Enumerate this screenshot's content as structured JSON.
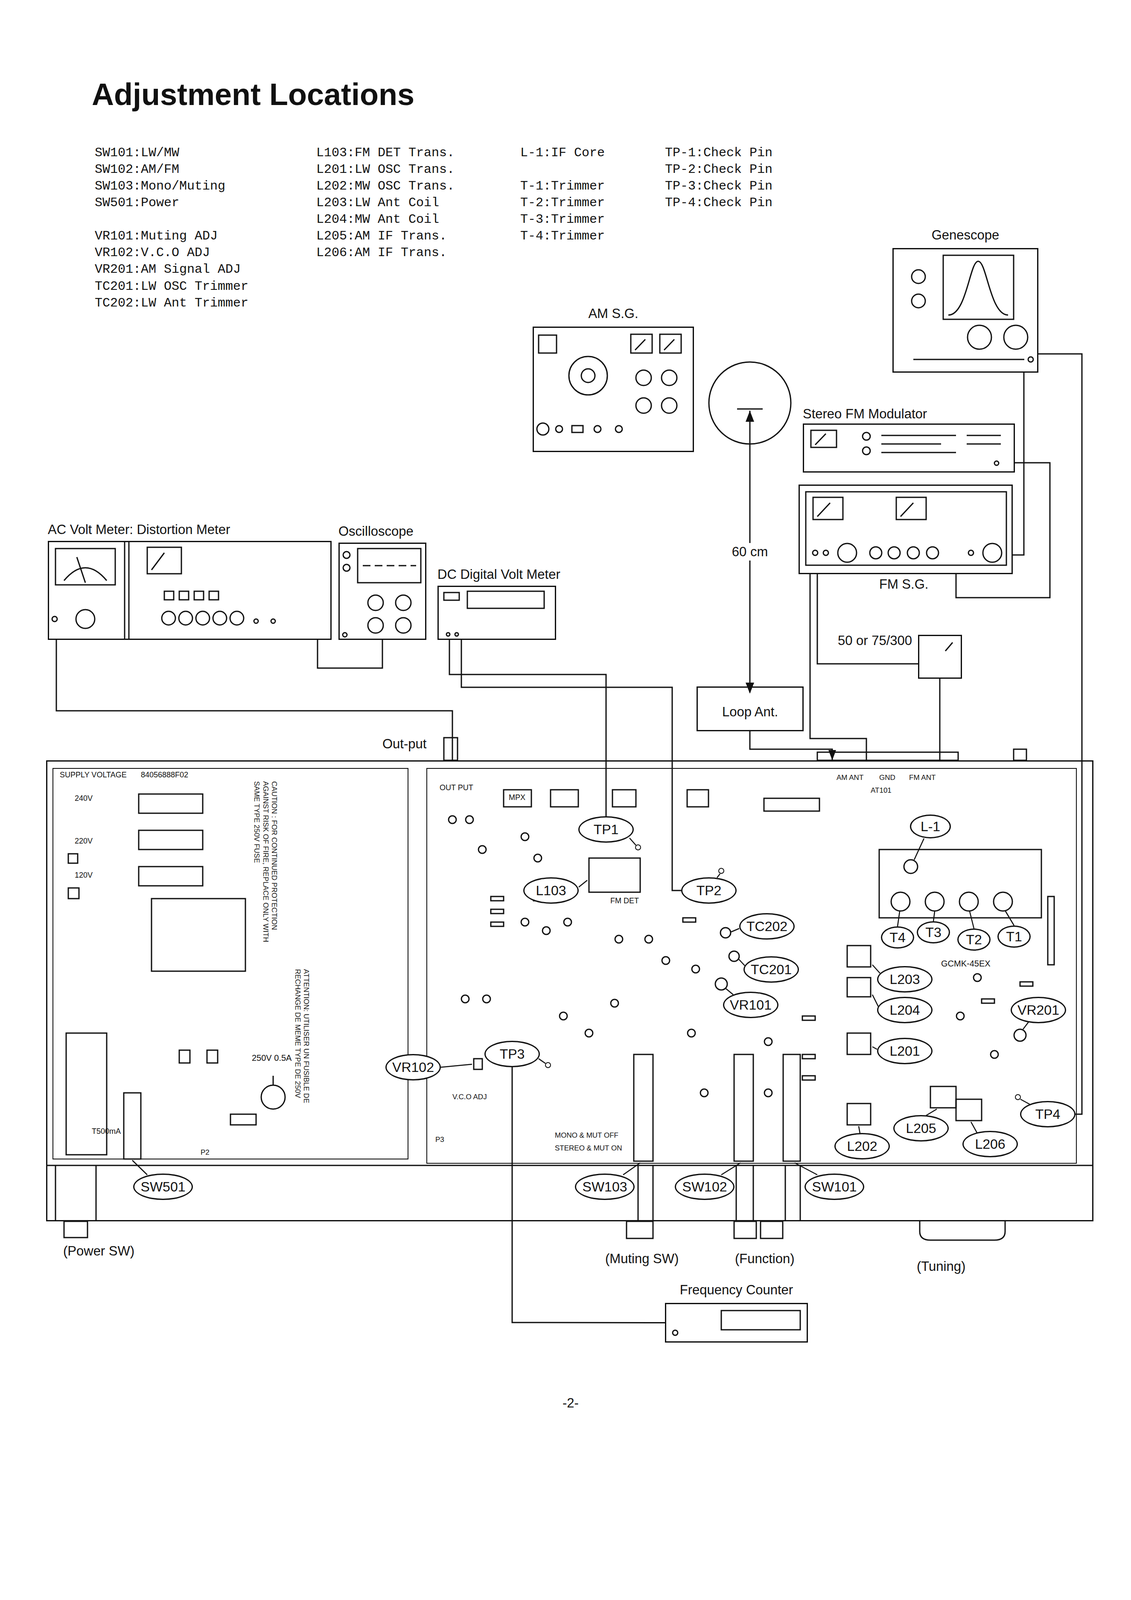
{
  "diagram": {
    "title": "Adjustment Locations",
    "nodes": [
      {
        "text": [
          "Genescope"
        ]
      },
      {
        "text": [
          "AM S.G."
        ]
      },
      {
        "text": [
          "Stereo FM Modulator"
        ]
      },
      {
        "text": [
          "FM S.G."
        ]
      },
      {
        "text": [
          "AC Volt Meter: Distortion Meter"
        ]
      },
      {
        "text": [
          "Oscilloscope"
        ]
      },
      {
        "text": [
          "DC Digital Volt Meter"
        ]
      },
      {
        "text": [
          "Loop Ant."
        ]
      },
      {
        "text": [
          "50 or 75/300"
        ]
      },
      {
        "text": [
          "Out-put"
        ]
      },
      {
        "text": [
          "TP1"
        ],
        "in": 9
      },
      {
        "text": [
          "L103"
        ],
        "in": 9
      },
      {
        "text": [
          "TP2"
        ],
        "in": 9
      },
      {
        "text": [
          "TC202"
        ],
        "in": 9
      },
      {
        "text": [
          "L-1"
        ],
        "in": 9
      },
      {
        "text": [
          "T4"
        ],
        "in": 9
      },
      {
        "text": [
          "T3"
        ],
        "in": 9
      },
      {
        "text": [
          "T2"
        ],
        "in": 9
      },
      {
        "text": [
          "T1"
        ],
        "in": 9
      },
      {
        "text": [
          "TC201"
        ],
        "in": 9
      },
      {
        "text": [
          "VR101"
        ],
        "in": 9
      },
      {
        "text": [
          "L203"
        ],
        "in": 9
      },
      {
        "text": [
          "L204"
        ],
        "in": 9
      },
      {
        "text": [
          "VR201"
        ],
        "in": 9
      },
      {
        "text": [
          "TP3"
        ],
        "in": 9
      },
      {
        "text": [
          "VR102"
        ],
        "in": 9
      },
      {
        "text": [
          "L201"
        ],
        "in": 9
      },
      {
        "text": [
          "TP4"
        ],
        "in": 9
      },
      {
        "text": [
          "L205"
        ],
        "in": 9
      },
      {
        "text": [
          "L202"
        ],
        "in": 9
      },
      {
        "text": [
          "L206"
        ],
        "in": 9
      },
      {
        "text": [
          "SW501"
        ],
        "in": 9
      },
      {
        "text": [
          "SW103"
        ],
        "in": 9
      },
      {
        "text": [
          "SW102"
        ],
        "in": 9
      },
      {
        "text": [
          "SW101"
        ],
        "in": 9
      },
      {
        "text": [
          "Frequency Counter"
        ]
      }
    ],
    "edges": [
      {
        "from": 0,
        "to": 27,
        "arrow": "none"
      },
      {
        "from": 0,
        "to": 3,
        "arrow": "none"
      },
      {
        "from": 2,
        "to": 3,
        "arrow": "none"
      },
      {
        "from": 3,
        "to": 8,
        "arrow": "none"
      },
      {
        "from": 8,
        "to": 9,
        "arrow": "none"
      },
      {
        "from": 3,
        "to": 9,
        "arrow": "none"
      },
      {
        "from": 7,
        "to": 9,
        "arrow": "to"
      },
      {
        "from": 4,
        "to": 5,
        "arrow": "none"
      },
      {
        "from": 4,
        "to": 9,
        "arrow": "none"
      },
      {
        "from": 6,
        "to": 10,
        "arrow": "none"
      },
      {
        "from": 6,
        "to": 12,
        "arrow": "none"
      },
      {
        "from": 35,
        "to": 24,
        "arrow": "none"
      }
    ],
    "labels": [
      "SW101:LW/MW",
      "SW102:AM/FM",
      "SW103:Mono/Muting",
      "SW501:Power",
      "VR101:Muting ADJ",
      "VR102:V.C.O ADJ",
      "VR201:AM Signal ADJ",
      "TC201:LW OSC Trimmer",
      "TC202:LW Ant Trimmer",
      "L103:FM DET Trans.",
      "L201:LW OSC Trans.",
      "L202:MW OSC Trans.",
      "L203:LW Ant Coil",
      "L204:MW Ant Coil",
      "L205:AM IF Trans.",
      "L206:AM IF Trans.",
      "L-1:IF Core",
      "T-1:Trimmer",
      "T-2:Trimmer",
      "T-3:Trimmer",
      "T-4:Trimmer",
      "TP-1:Check Pin",
      "TP-2:Check Pin",
      "TP-3:Check Pin",
      "TP-4:Check Pin",
      "60 cm",
      "(Power SW)",
      "(Muting SW)",
      "(Function)",
      "(Tuning)",
      "-2-",
      "SUPPLY VOLTAGE",
      "240V",
      "220V",
      "120V",
      "84056888F02",
      "CAUTION : FOR CONTINUED PROTECTION AGAINST RISK OF FIRE, REPLACE ONLY WITH SAME TYPE 250V FUSE",
      "ATTENTION: UTILISER UN FUSIBLE DE RECHANGE DE MEME TYPE DE 250V",
      "250V 0.5A",
      "T500mA",
      "OUT PUT",
      "MPX",
      "FM DET",
      "GCMK-45EX",
      "AM ANT",
      "GND",
      "FM ANT",
      "AT101",
      "MONO & MUT OFF",
      "STEREO & MUT ON",
      "V.C.O ADJ",
      "P2",
      "P3"
    ]
  }
}
